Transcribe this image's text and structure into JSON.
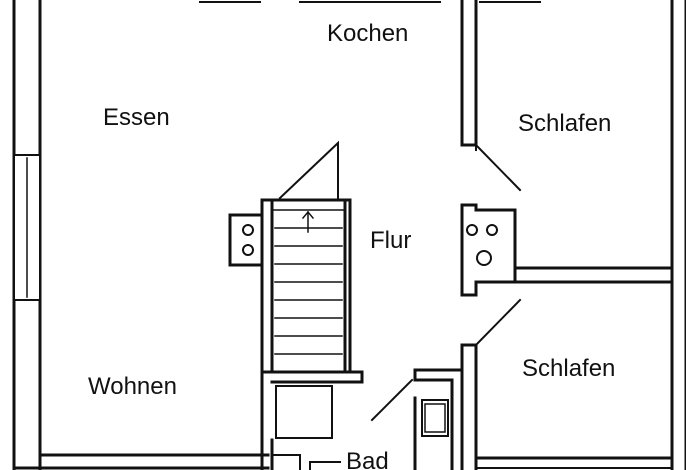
{
  "floorplan": {
    "rooms": {
      "kochen": "Kochen",
      "essen": "Essen",
      "schlafen_1": "Schlafen",
      "flur": "Flur",
      "schlafen_2": "Schlafen",
      "wohnen": "Wohnen",
      "bad": "Bad"
    },
    "colors": {
      "wall": "#111111",
      "background": "#ffffff"
    }
  }
}
